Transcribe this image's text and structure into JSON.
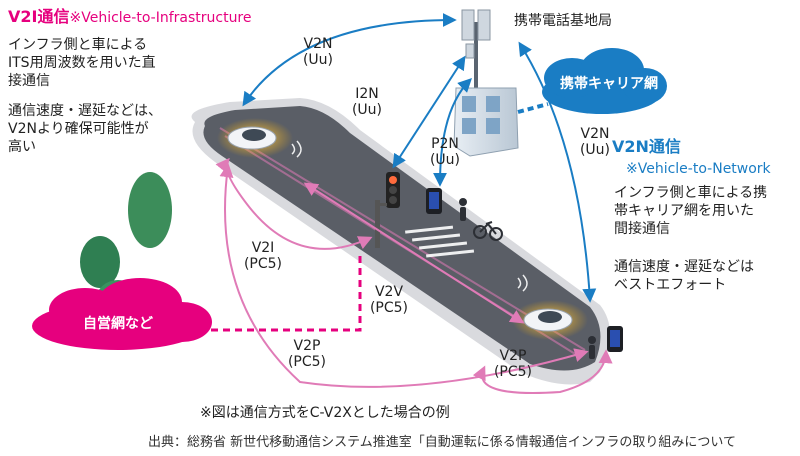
{
  "v2i_block": {
    "title": "V2I通信",
    "subtitle": "※Vehicle-to-Infrastructure",
    "desc1": [
      "インフラ側と車による",
      "ITS用周波数を用いた直",
      "接通信"
    ],
    "desc2": [
      "通信速度・遅延などは、",
      "V2Nより確保可能性が",
      "高い"
    ]
  },
  "v2n_block": {
    "title": "V2N通信",
    "subtitle": "※Vehicle-to-Network",
    "desc1": [
      "インフラ側と車による携",
      "帯キャリア網を用いた",
      "間接通信"
    ],
    "desc2": [
      "通信速度・遅延などは",
      "ベストエフォート"
    ]
  },
  "base_station": "携帯電話基地局",
  "carrier_cloud": "携帯キャリア網",
  "own_network_cloud": "自営網など",
  "links": {
    "v2n_left": {
      "name": "V2N",
      "proto": "(Uu)"
    },
    "v2n_right": {
      "name": "V2N",
      "proto": "(Uu)"
    },
    "i2n": {
      "name": "I2N",
      "proto": "(Uu)"
    },
    "p2n": {
      "name": "P2N",
      "proto": "(Uu)"
    },
    "v2i": {
      "name": "V2I",
      "proto": "(PC5)"
    },
    "v2v": {
      "name": "V2V",
      "proto": "(PC5)"
    },
    "v2p_left": {
      "name": "V2P",
      "proto": "(PC5)"
    },
    "v2p_right": {
      "name": "V2P",
      "proto": "(PC5)"
    }
  },
  "note": "※図は通信方式をC-V2Xとした場合の例",
  "source": "出典：総務省 新世代移動通信システム推進室「自動運転に係る情報通信インフラの取り組みについて",
  "colors": {
    "pink": "#e6007e",
    "blue": "#1a7dc4",
    "road": "#5a5e66",
    "curb": "#d9dade"
  }
}
